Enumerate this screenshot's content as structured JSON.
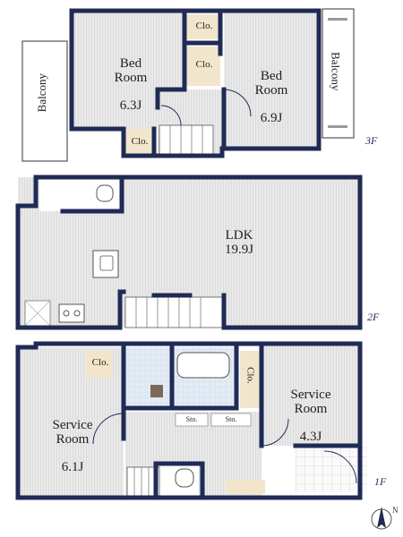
{
  "colors": {
    "wall": "#1f2b55",
    "floor_wood": "#e6e6e6",
    "floor_tile": "#ffffff",
    "closet": "#f1e6cc",
    "wet_area": "#dfe8f3",
    "background": "#ffffff"
  },
  "floors": {
    "f3": {
      "label": "3F",
      "rooms": {
        "bed_left": {
          "name": "Bed\nRoom",
          "size": "6.3J"
        },
        "bed_right": {
          "name": "Bed\nRoom",
          "size": "6.9J"
        },
        "clo_top": "Clo.",
        "clo_mid": "Clo.",
        "clo_bottom": "Clo.",
        "balcony_left": "Balcony",
        "balcony_right": "Balcony"
      }
    },
    "f2": {
      "label": "2F",
      "rooms": {
        "ldk": {
          "name": "LDK",
          "size": "19.9J"
        }
      }
    },
    "f1": {
      "label": "1F",
      "rooms": {
        "service_left": {
          "name": "Service\nRoom",
          "size": "6.1J"
        },
        "service_right": {
          "name": "Service\nRoom",
          "size": "4.3J"
        },
        "clo_left": "Clo.",
        "clo_right": "Clo.",
        "sto_1": "Sto.",
        "sto_2": "Sto."
      }
    }
  },
  "compass": {
    "label": "N",
    "icon": "north-arrow-icon"
  }
}
